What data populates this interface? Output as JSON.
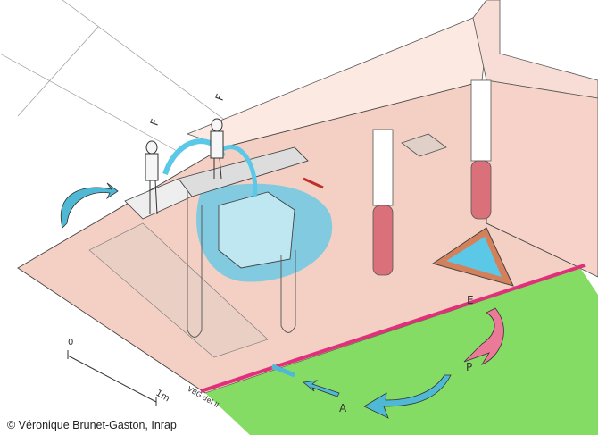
{
  "credit": "© Véronique Brunet-Gaston, Inrap",
  "labels": {
    "e": "E",
    "a": "A",
    "p": "P",
    "f1": "F",
    "f2": "F",
    "scale_zero": "0",
    "scale_one": "1m",
    "signature": "VBG del II"
  },
  "colors": {
    "floor": "#f4cfc4",
    "grass": "#6fd64a",
    "edge": "#e0307a",
    "water": "#5cc8e8",
    "arrow_blue": "#4fb8d4",
    "arrow_pink": "#ea7a98",
    "column": "#d9707a"
  }
}
